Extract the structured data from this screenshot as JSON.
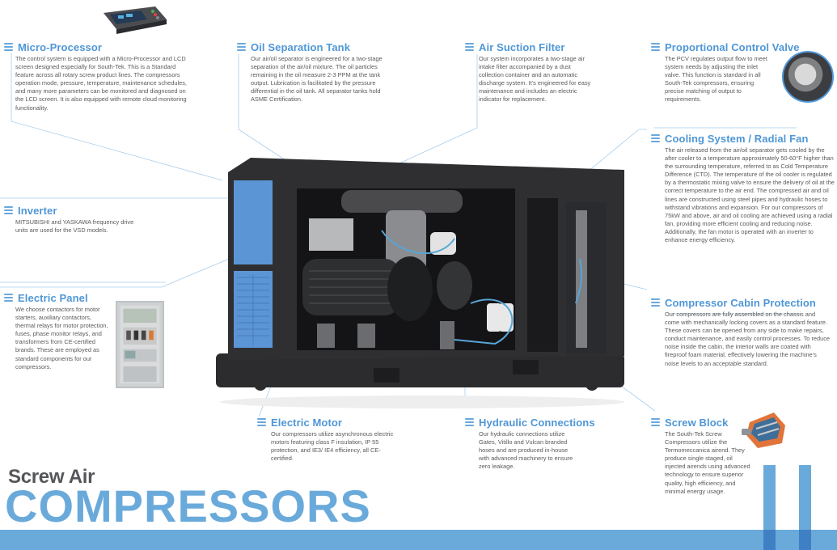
{
  "title": {
    "small": "Screw Air",
    "big": "COMPRESSORS"
  },
  "colors": {
    "accent": "#4f97d6",
    "bar": "#6aaadb",
    "bar_dark": "#3f7fc3",
    "machine_body": "#2b2b2d",
    "machine_panel_blue": "#5b95d5",
    "text": "#5a5a5a"
  },
  "sections": {
    "micro_processor": {
      "icon": "menu-lines-icon",
      "title": "Micro-Processor",
      "body": "The control system is equipped with a Micro-Processor and LCD screen designed especially for South-Tek. This is a Standard feature across all rotary screw product lines. The compressors operation mode, pressure, temperature, maintenance schedules, and many more parameters can be monitored and diagnosed on the LCD screen. It is also equipped with remote cloud monitoring functionality."
    },
    "oil_separation_tank": {
      "icon": "menu-lines-icon",
      "title": "Oil Separation Tank",
      "body": "Our air/oil separator is engineered for a two-stage separation of the air/oil mixture. The oil particles remaining in the oil measure 2-3 PPM at the tank output. Lubrication is facilitated by the pressure differential in the oil tank. All separator tanks hold ASME Certification."
    },
    "air_suction_filter": {
      "icon": "menu-lines-icon",
      "title": "Air Suction Filter",
      "body": "Our system incorporates a two-stage air intake filter accompanied by a dust collection container and an automatic discharge system. It's engineered for easy maintenance and includes an electric indicator for replacement."
    },
    "proportional_control_valve": {
      "icon": "menu-lines-icon",
      "title": "Proportional Control Valve",
      "body": "The PCV regulates output flow to meet system needs by adjusting the inlet valve. This function is standard in all South-Tek compressors, ensuring precise matching of output to requirements."
    },
    "cooling_system": {
      "icon": "menu-lines-icon",
      "title": "Cooling System / Radial Fan",
      "body": "The air released from the air/oil separator gets cooled by the after cooler to a temperature approximately 50-60°F higher than the surrounding temperature, referred to as Cold Temperature Difference (CTD). The temperature of the oil cooler is regulated by a thermostatic mixing valve to ensure the delivery of oil at the correct temperature to the air end. The compressed air and oil lines are constructed using steel pipes and hydraulic hoses to withstand vibrations and expansion. For our compressors of 75kW and above, air and oil cooling are achieved using a radial fan, providing more efficient cooling and reducing noise. Additionally, the fan motor is operated with an inverter to enhance energy efficiency."
    },
    "inverter": {
      "icon": "menu-lines-icon",
      "title": "Inverter",
      "body": "MITSUBISHI and YASKAWA frequency drive units are used for the VSD models."
    },
    "electric_panel": {
      "icon": "menu-lines-icon",
      "title": "Electric Panel",
      "body": "We choose contactors for motor starters, auxiliary contactors, thermal relays for motor protection, fuses, phase monitor relays, and transformers from CE-certified brands. These are employed as standard components for our compressors."
    },
    "cabin_protection": {
      "icon": "menu-lines-icon",
      "title": "Compressor Cabin Protection",
      "body": "Our compressors are fully assembled on the chassis and come with mechanically locking covers as a standard feature. These covers can be opened from any side to make repairs, conduct maintenance, and easily control processes. To reduce noise inside the cabin, the interior walls are coated with fireproof foam material, effectively lowering the machine's noise levels to an acceptable standard."
    },
    "electric_motor": {
      "icon": "menu-lines-icon",
      "title": "Electric Motor",
      "body": "Our compressors utilize asynchronous electric motors featuring class F insulation, IP 55 protection, and IE3/ IE4 efficiency, all CE-certified."
    },
    "hydraulic_connections": {
      "icon": "menu-lines-icon",
      "title": "Hydraulic Connections",
      "body": "Our hydraulic connections utilize Gates, Vitillo and Vulcan branded hoses and are produced in-house with advanced machinery to ensure zero leakage."
    },
    "screw_block": {
      "icon": "menu-lines-icon",
      "title": "Screw Block",
      "body": "The South-Tek Screw Compressors utilize the Termomeccanica airend. They produce single staged, oil injected airends using advanced technology to ensure superior quality, high efficiency, and minimal energy usage."
    }
  }
}
